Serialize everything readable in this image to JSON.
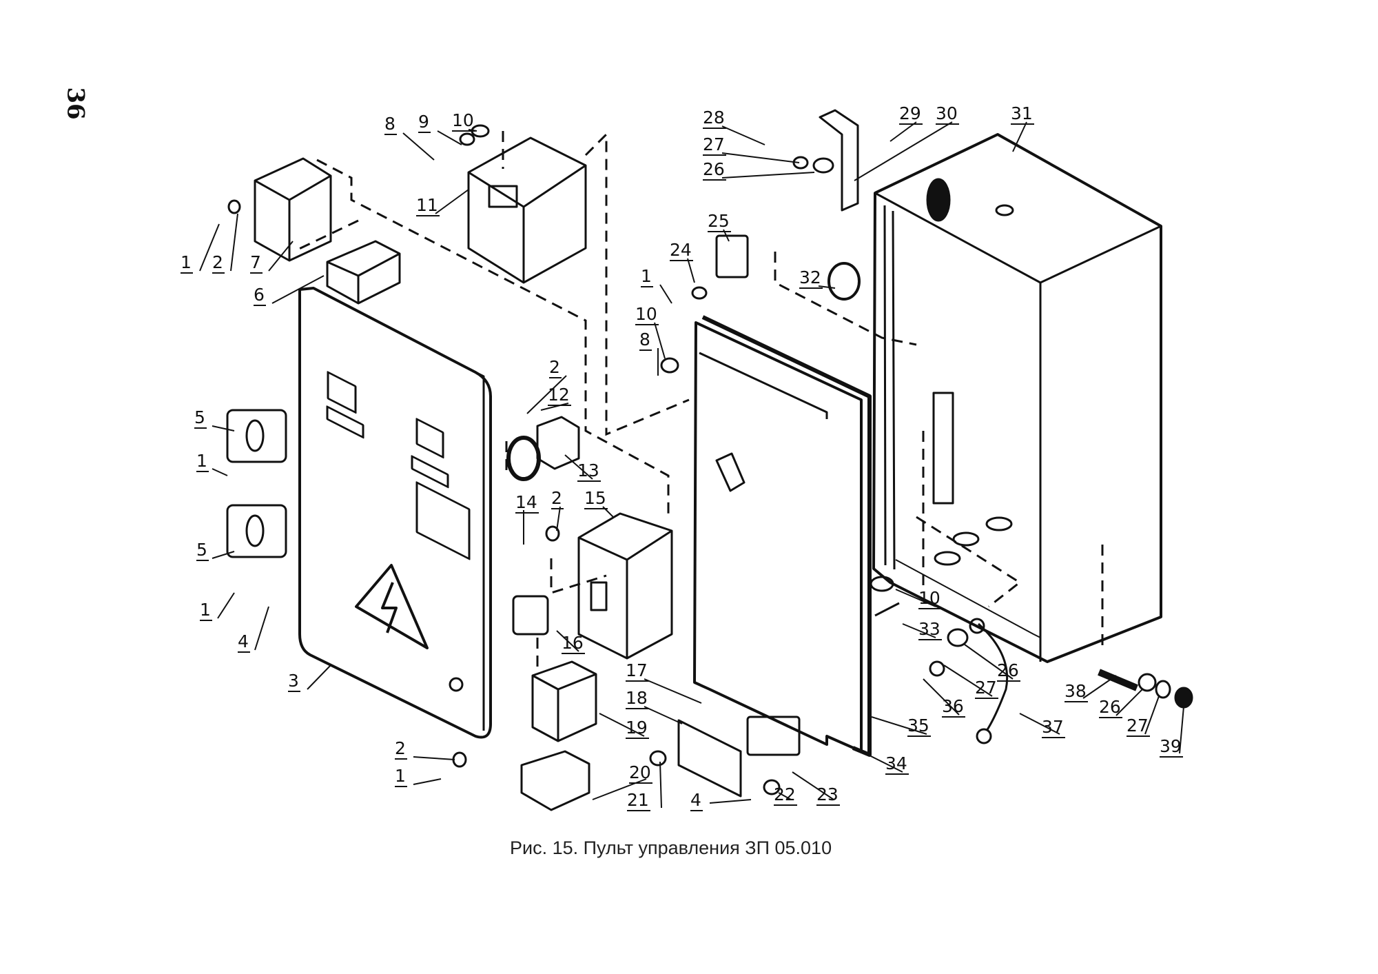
{
  "page_number": "36",
  "caption": "Рис. 15. Пульт управления ЗП 05.010",
  "callouts": [
    {
      "id": "c1a",
      "label": "1"
    },
    {
      "id": "c2a",
      "label": "2"
    },
    {
      "id": "c7",
      "label": "7"
    },
    {
      "id": "c6",
      "label": "6"
    },
    {
      "id": "c8a",
      "label": "8"
    },
    {
      "id": "c9",
      "label": "9"
    },
    {
      "id": "c10a",
      "label": "10"
    },
    {
      "id": "c11",
      "label": "11"
    },
    {
      "id": "c28",
      "label": "28"
    },
    {
      "id": "c27a",
      "label": "27"
    },
    {
      "id": "c26a",
      "label": "26"
    },
    {
      "id": "c29",
      "label": "29"
    },
    {
      "id": "c30",
      "label": "30"
    },
    {
      "id": "c31",
      "label": "31"
    },
    {
      "id": "c25",
      "label": "25"
    },
    {
      "id": "c24",
      "label": "24"
    },
    {
      "id": "c1b",
      "label": "1"
    },
    {
      "id": "c32",
      "label": "32"
    },
    {
      "id": "c10b",
      "label": "10"
    },
    {
      "id": "c8b",
      "label": "8"
    },
    {
      "id": "c5a",
      "label": "5"
    },
    {
      "id": "c1c",
      "label": "1"
    },
    {
      "id": "c5b",
      "label": "5"
    },
    {
      "id": "c1d",
      "label": "1"
    },
    {
      "id": "c4a",
      "label": "4"
    },
    {
      "id": "c3",
      "label": "3"
    },
    {
      "id": "c2b",
      "label": "2"
    },
    {
      "id": "c12",
      "label": "12"
    },
    {
      "id": "c13",
      "label": "13"
    },
    {
      "id": "c14",
      "label": "14"
    },
    {
      "id": "c2c",
      "label": "2"
    },
    {
      "id": "c15",
      "label": "15"
    },
    {
      "id": "c16",
      "label": "16"
    },
    {
      "id": "c17",
      "label": "17"
    },
    {
      "id": "c18",
      "label": "18"
    },
    {
      "id": "c19",
      "label": "19"
    },
    {
      "id": "c2d",
      "label": "2"
    },
    {
      "id": "c1e",
      "label": "1"
    },
    {
      "id": "c20",
      "label": "20"
    },
    {
      "id": "c21",
      "label": "21"
    },
    {
      "id": "c4b",
      "label": "4"
    },
    {
      "id": "c22",
      "label": "22"
    },
    {
      "id": "c23",
      "label": "23"
    },
    {
      "id": "c34",
      "label": "34"
    },
    {
      "id": "c35",
      "label": "35"
    },
    {
      "id": "c10c",
      "label": "10"
    },
    {
      "id": "c33",
      "label": "33"
    },
    {
      "id": "c26b",
      "label": "26"
    },
    {
      "id": "c27b",
      "label": "27"
    },
    {
      "id": "c36",
      "label": "36"
    },
    {
      "id": "c37",
      "label": "37"
    },
    {
      "id": "c38",
      "label": "38"
    },
    {
      "id": "c26c",
      "label": "26"
    },
    {
      "id": "c27c",
      "label": "27"
    },
    {
      "id": "c39",
      "label": "39"
    }
  ]
}
